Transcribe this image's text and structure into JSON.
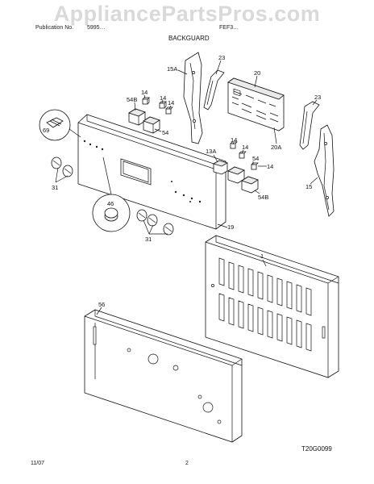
{
  "watermark": "AppliancePartsPros.com",
  "header": {
    "publication_label": "Publication No.",
    "publication_value": "5995…",
    "model_label": "FEF3…",
    "section_title": "BACKGUARD"
  },
  "diagram_code": "T20G0099",
  "footer": {
    "date": "11/07",
    "page": "2"
  },
  "callouts": [
    {
      "id": "c15A",
      "text": "15A"
    },
    {
      "id": "c23a",
      "text": "23"
    },
    {
      "id": "c20",
      "text": "20"
    },
    {
      "id": "c14a",
      "text": "14"
    },
    {
      "id": "c14b",
      "text": "14"
    },
    {
      "id": "c14c",
      "text": "14"
    },
    {
      "id": "c54Ba",
      "text": "54B"
    },
    {
      "id": "c54a",
      "text": "54"
    },
    {
      "id": "c23b",
      "text": "23"
    },
    {
      "id": "c69",
      "text": "69"
    },
    {
      "id": "c20A",
      "text": "20A"
    },
    {
      "id": "c13A",
      "text": "13A"
    },
    {
      "id": "c14d",
      "text": "14"
    },
    {
      "id": "c14e",
      "text": "14"
    },
    {
      "id": "c54b",
      "text": "54"
    },
    {
      "id": "c14f",
      "text": "14"
    },
    {
      "id": "c15",
      "text": "15"
    },
    {
      "id": "c31a",
      "text": "31"
    },
    {
      "id": "c54Bb",
      "text": "54B"
    },
    {
      "id": "c46",
      "text": "46"
    },
    {
      "id": "c19",
      "text": "19"
    },
    {
      "id": "c31b",
      "text": "31"
    },
    {
      "id": "c1",
      "text": "1"
    },
    {
      "id": "c56",
      "text": "56"
    }
  ]
}
